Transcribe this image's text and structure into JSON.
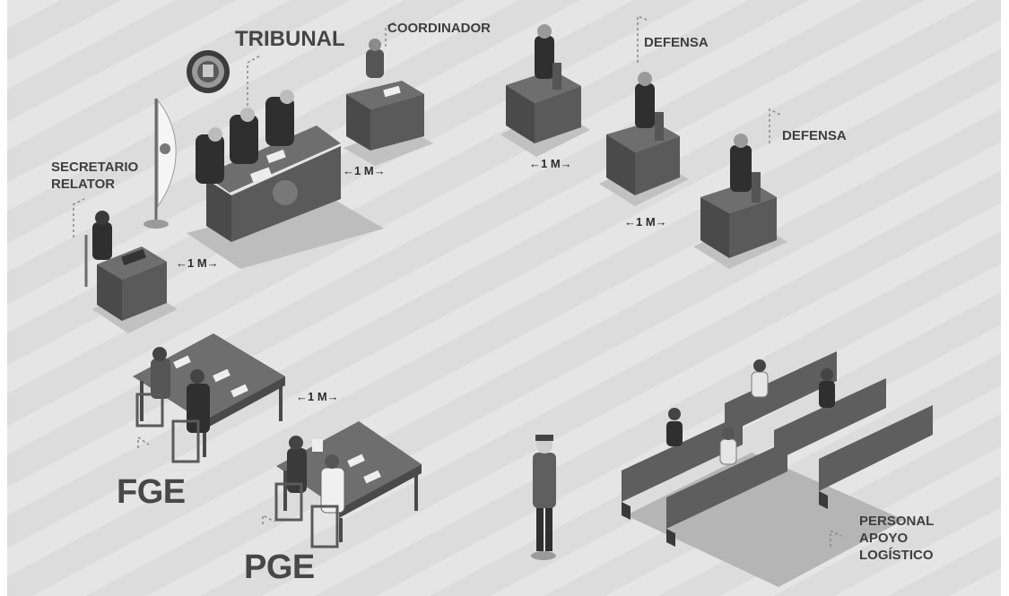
{
  "labels": {
    "tribunal": "TRIBUNAL",
    "coordinador": "COORDINADOR",
    "defensa_1": "DEFENSA",
    "defensa_2": "DEFENSA",
    "secretario_line1": "SECRETARIO",
    "secretario_line2": "RELATOR",
    "fge": "FGE",
    "pge": "PGE",
    "personal_line1": "PERSONAL",
    "personal_line2": "APOYO",
    "personal_line3": "LOGÍSTICO"
  },
  "distances": {
    "tribunal_coordinador": "←1 M→",
    "defensa_left": "←1 M→",
    "defensa_right": "←1 M→",
    "secretario_tribunal": "←1 M→",
    "fge_pge": "←1 M→"
  },
  "colors": {
    "floor": "#d9d9d9",
    "stripe": "#e6e6e6",
    "furniture_top": "#707070",
    "furniture_side": "#4a4a4a",
    "label": "#3f3f3f"
  }
}
